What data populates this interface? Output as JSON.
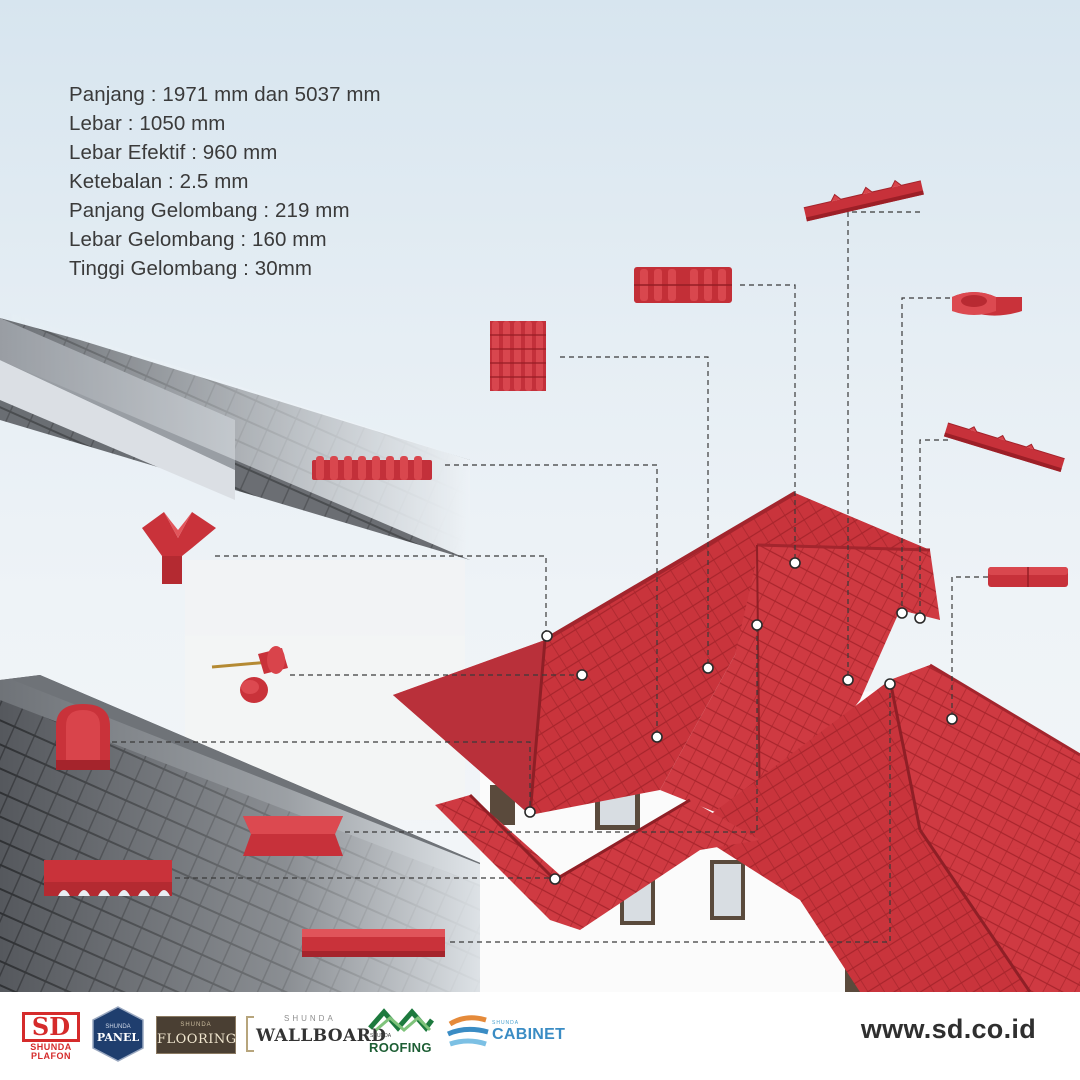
{
  "specs": [
    "Panjang : 1971 mm dan 5037 mm",
    "Lebar : 1050 mm",
    "Lebar Efektif : 960 mm",
    "Ketebalan : 2.5 mm",
    "Panjang Gelombang : 219 mm",
    "Lebar Gelombang : 160 mm",
    "Tinggi Gelombang : 30mm"
  ],
  "colors": {
    "roof_red": "#c8323a",
    "roof_red_dark": "#a3222a",
    "roof_grey": "#4a4d52",
    "leader_line": "#3a3a3a"
  },
  "parts": [
    {
      "icon": "ridge-tile-icon"
    },
    {
      "icon": "roof-tile-row-icon"
    },
    {
      "icon": "ridge-cap-end-icon"
    },
    {
      "icon": "roof-panel-icon"
    },
    {
      "icon": "hip-ridge-icon"
    },
    {
      "icon": "ridge-cap-icon"
    },
    {
      "icon": "eave-tile-row-icon"
    },
    {
      "icon": "y-connector-icon"
    },
    {
      "icon": "screw-cap-icon"
    },
    {
      "icon": "end-cap-icon"
    },
    {
      "icon": "valley-gutter-icon"
    },
    {
      "icon": "eave-closure-icon"
    },
    {
      "icon": "flashing-icon"
    }
  ],
  "footer": {
    "brands": [
      {
        "top": "SD",
        "line1": "SHUNDA",
        "line2": "PLAFON"
      },
      {
        "top": "SHUNDA",
        "main": "PANEL"
      },
      {
        "top": "SHUNDA",
        "main": "FLOORING"
      },
      {
        "top": "SHUNDA",
        "main": "WALLBOARD"
      },
      {
        "top": "SHUNDA",
        "main": "ROOFING"
      },
      {
        "top": "SHUNDA",
        "main": "CABINET"
      }
    ],
    "url": "www.sd.co.id"
  }
}
